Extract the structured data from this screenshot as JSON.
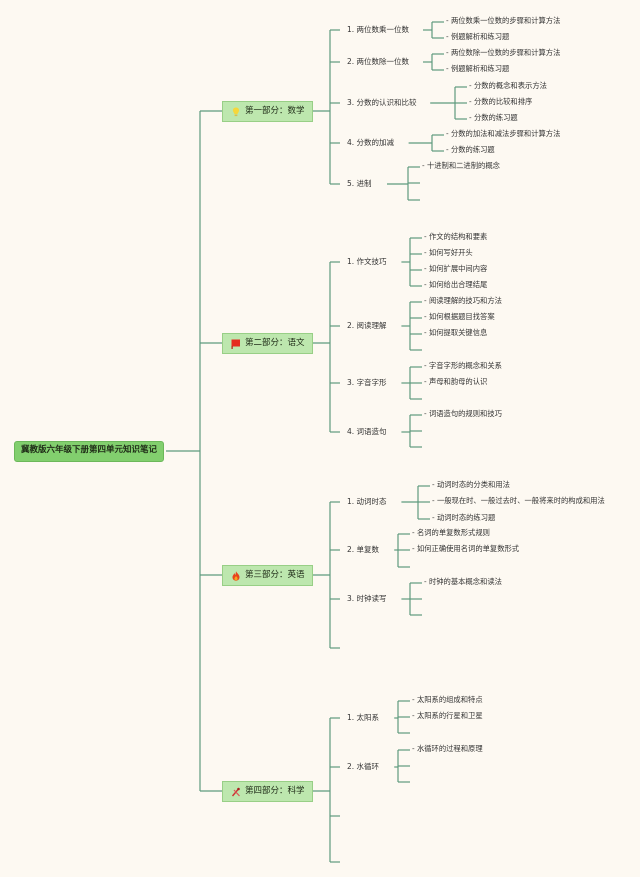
{
  "root": {
    "label": "冀教版六年级下册第四单元知识笔记"
  },
  "colors": {
    "line": "#5e9a7e",
    "root_bg": "#82cf6e",
    "part_bg": "#bde7ae",
    "background": "#fdf9f2"
  },
  "parts": [
    {
      "label": "第一部分：数学",
      "icon": "lightbulb-icon",
      "sections": [
        {
          "label": "1. 两位数乘一位数",
          "items": [
            "- 两位数乘一位数的步骤和计算方法",
            "- 例题解析和练习题"
          ]
        },
        {
          "label": "2. 两位数除一位数",
          "items": [
            "- 两位数除一位数的步骤和计算方法",
            "- 例题解析和练习题"
          ]
        },
        {
          "label": "3. 分数的认识和比较",
          "items": [
            "- 分数的概念和表示方法",
            "- 分数的比较和排序",
            "- 分数的练习题"
          ]
        },
        {
          "label": "4. 分数的加减",
          "items": [
            "- 分数的加法和减法步骤和计算方法",
            "- 分数的练习题"
          ]
        },
        {
          "label": "5. 进制",
          "items": [
            "- 十进制和二进制的概念",
            "",
            ""
          ]
        }
      ]
    },
    {
      "label": "第二部分：语文",
      "icon": "flag-icon",
      "sections": [
        {
          "label": "1. 作文技巧",
          "items": [
            "- 作文的结构和要素",
            "- 如何写好开头",
            "- 如何扩展中间内容",
            "- 如何给出合理结尾"
          ]
        },
        {
          "label": "2. 阅读理解",
          "items": [
            "- 阅读理解的技巧和方法",
            "- 如何根据题目找答案",
            "- 如何提取关键信息",
            ""
          ]
        },
        {
          "label": "3. 字音字形",
          "items": [
            "- 字音字形的概念和关系",
            "- 声母和韵母的认识",
            ""
          ]
        },
        {
          "label": "4. 词语造句",
          "items": [
            "- 词语造句的规则和技巧",
            "",
            ""
          ]
        }
      ]
    },
    {
      "label": "第三部分：英语",
      "icon": "fire-icon",
      "sections": [
        {
          "label": "1. 动词时态",
          "items": [
            "- 动词时态的分类和用法",
            "- 一般现在时、一般过去时、一般将来时的构成和用法",
            "- 动词时态的练习题"
          ]
        },
        {
          "label": "2. 单复数",
          "items": [
            "- 名词的单复数形式规则",
            "- 如何正确使用名词的单复数形式",
            ""
          ]
        },
        {
          "label": "3. 时钟读写",
          "items": [
            "- 时钟的基本概念和读法",
            "",
            ""
          ]
        },
        {
          "label": "",
          "items": []
        }
      ]
    },
    {
      "label": "第四部分：科学",
      "icon": "tools-icon",
      "sections": [
        {
          "label": "1. 太阳系",
          "items": [
            "- 太阳系的组成和特点",
            "- 太阳系的行星和卫星",
            ""
          ]
        },
        {
          "label": "2. 水循环",
          "items": [
            "- 水循环的过程和原理",
            "",
            ""
          ]
        },
        {
          "label": "",
          "items": []
        },
        {
          "label": "",
          "items": []
        }
      ]
    }
  ]
}
